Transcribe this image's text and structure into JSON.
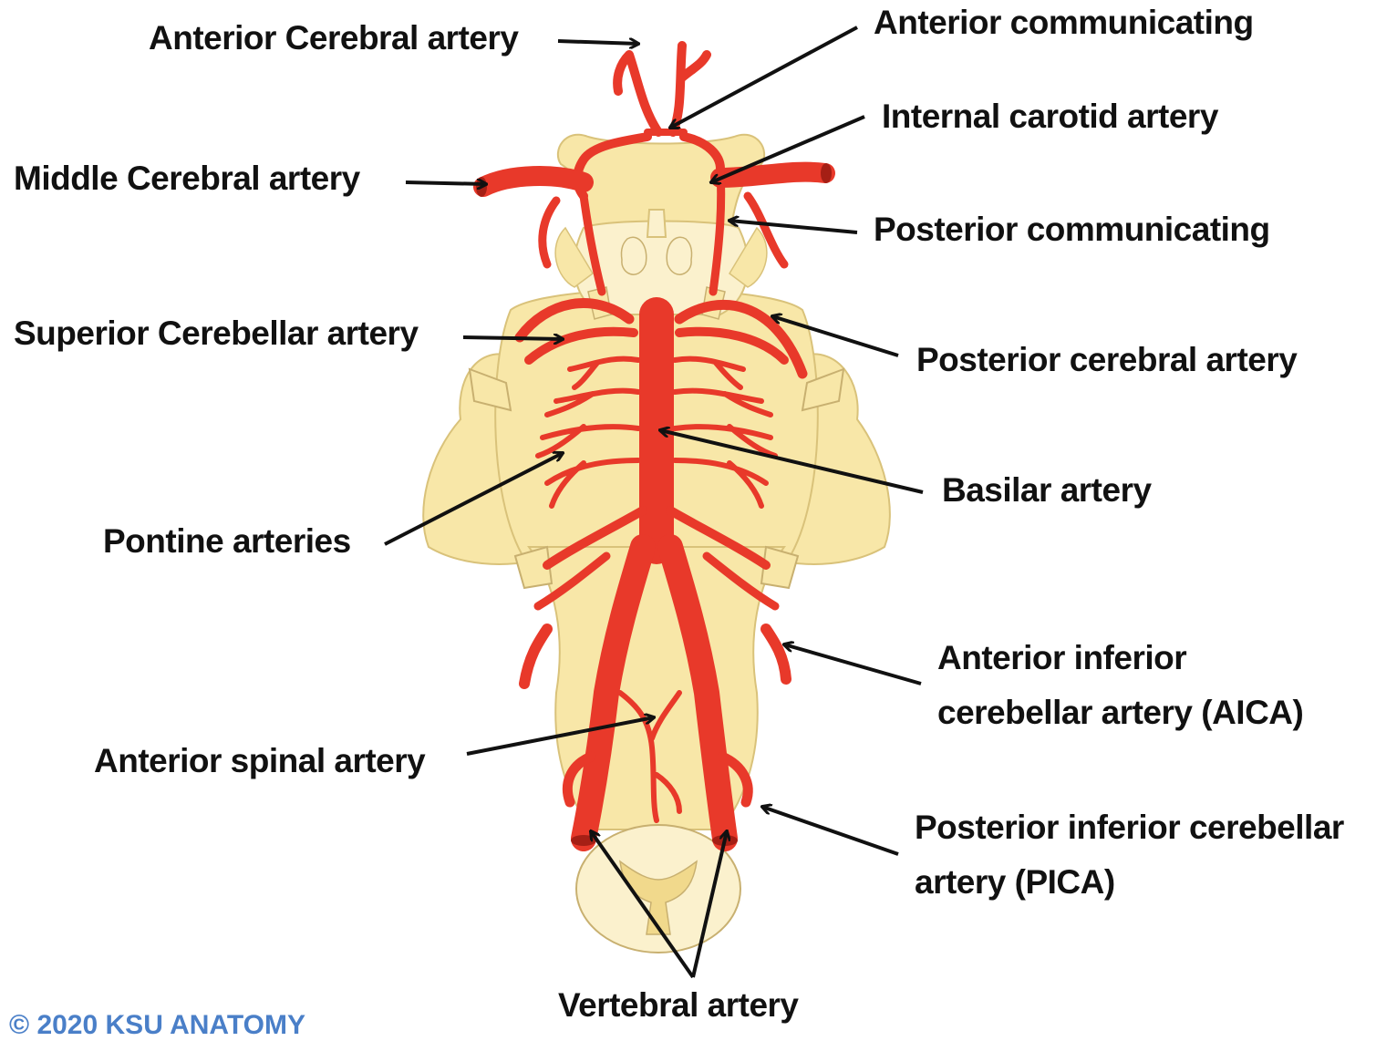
{
  "labels": {
    "anterior_cerebral": "Anterior Cerebral artery",
    "anterior_communicating": "Anterior communicating",
    "internal_carotid": "Internal carotid artery",
    "middle_cerebral": "Middle Cerebral artery",
    "posterior_communicating": "Posterior communicating",
    "superior_cerebellar": "Superior Cerebellar artery",
    "posterior_cerebral": "Posterior cerebral artery",
    "basilar": "Basilar artery",
    "pontine": "Pontine arteries",
    "aica_line1": "Anterior inferior",
    "aica_line2": "cerebellar artery (AICA)",
    "anterior_spinal": "Anterior spinal artery",
    "pica_line1": "Posterior inferior cerebellar",
    "pica_line2": "artery (PICA)",
    "vertebral": "Vertebral artery"
  },
  "copyright": "© 2020 KSU ANATOMY",
  "colors": {
    "artery": "#e8392a",
    "artery_dark": "#a51f15",
    "tissue": "#f8e7a8",
    "tissue_light": "#fbf1cd",
    "copyright": "#4a7fc8"
  }
}
